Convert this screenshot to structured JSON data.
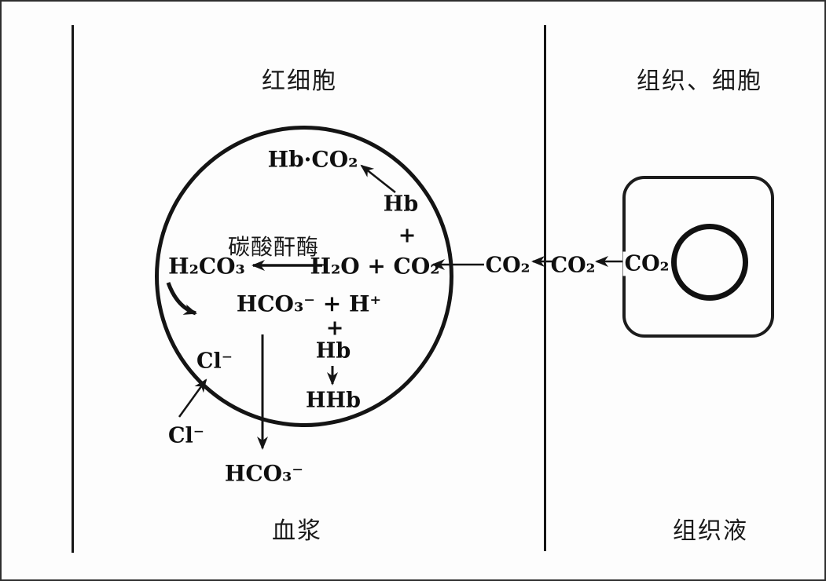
{
  "figure": {
    "description_labels": {
      "red_blood_cell": "红细胞",
      "tissue_cell": "组织、细胞",
      "plasma": "血浆",
      "tissue_fluid": "组织液",
      "enzyme": "碳酸酐酶"
    },
    "formulas": {
      "hb_co2": "Hb·CO₂",
      "hb_top": "Hb",
      "plus_top": "+",
      "h2co3": "H₂CO₃",
      "h2o_plus_co2": "H₂O + CO₂",
      "hco3_plus_h": "HCO₃⁻ + H⁺",
      "plus_mid": "+",
      "hb_mid": "Hb",
      "hhb": "HHb",
      "cl_inside": "Cl⁻",
      "cl_outside": "Cl⁻",
      "hco3_plasma": "HCO₃⁻",
      "co2_plasma": "CO₂",
      "co2_tissue_fluid": "CO₂",
      "co2_cell": "CO₂"
    },
    "colors": {
      "ink": "#141414",
      "background": "#fdfdfd"
    }
  }
}
